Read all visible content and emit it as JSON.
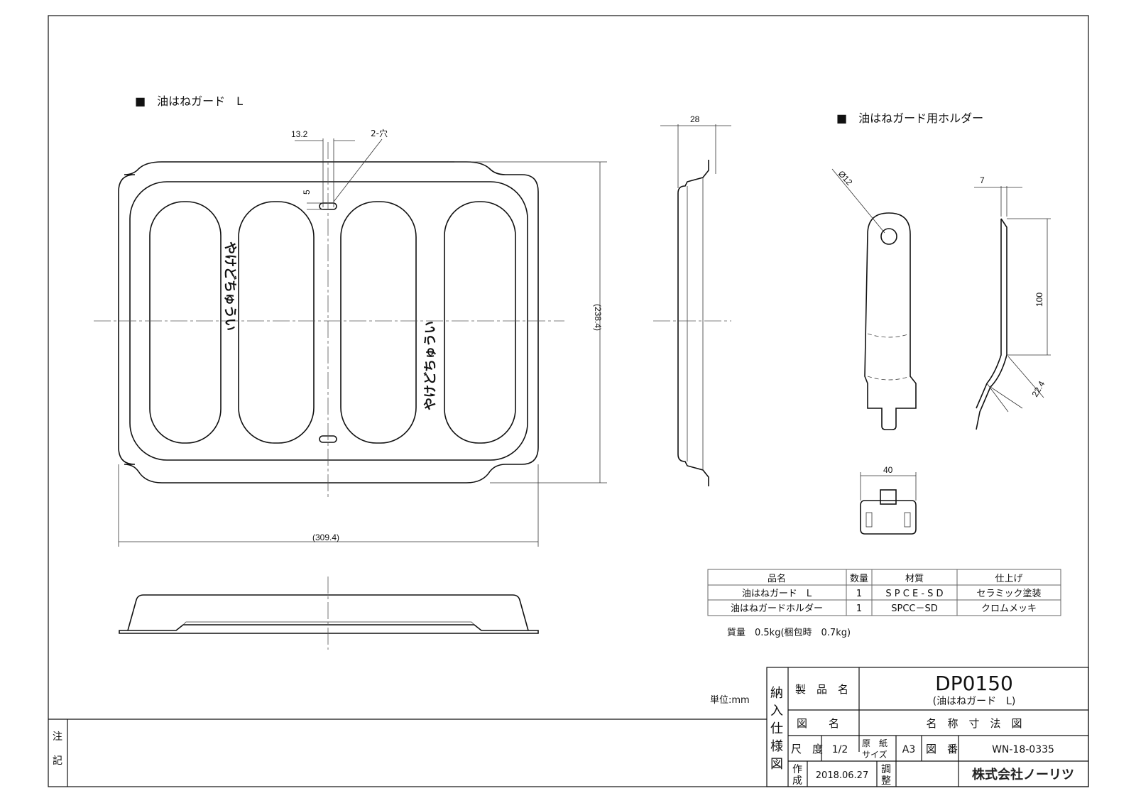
{
  "sections": {
    "guard_title": "■　油はねガード　L",
    "holder_title": "■　油はねガード用ホルダー"
  },
  "guard": {
    "warning_text": "やけどちゅうい",
    "dims": {
      "hole_pitch": "13.2",
      "holes": "2-穴",
      "hole_offset": "5",
      "height": "(238.4)",
      "width": "(309.4)",
      "depth": "28"
    }
  },
  "holder": {
    "dims": {
      "hole_dia": "Ø12",
      "offset": "7",
      "length": "100",
      "bend": "22.4",
      "width": "40"
    }
  },
  "parts_table": {
    "headers": [
      "品名",
      "数量",
      "材質",
      "仕上げ"
    ],
    "rows": [
      [
        "油はねガード　L",
        "1",
        "S P C E - S D",
        "セラミック塗装"
      ],
      [
        "油はねガードホルダー",
        "1",
        "SPCC－SD",
        "クロムメッキ"
      ]
    ]
  },
  "mass_note": "質量　0.5kg(梱包時　0.7kg)",
  "unit": "単位:mm",
  "notes_label": [
    "注",
    "記"
  ],
  "title_block": {
    "side_label": [
      "納",
      "入",
      "仕",
      "様",
      "図"
    ],
    "product_name_label": "製　品　名",
    "product_code": "DP0150",
    "product_name": "(油はねガード　L)",
    "drawing_name_label": "図　　名",
    "drawing_name": "名　称　寸　法　図",
    "scale_label": "尺　度",
    "scale": "1/2",
    "paper_label_1": "原　紙",
    "paper_label_2": "サイズ",
    "paper_size": "A3",
    "drawing_no_label": "図　番",
    "drawing_no": "WN-18-0335",
    "created_label": [
      "作",
      "成"
    ],
    "created_date": "2018.06.27",
    "adjusted_label": [
      "調",
      "整"
    ],
    "company": "株式会社ノーリツ"
  }
}
